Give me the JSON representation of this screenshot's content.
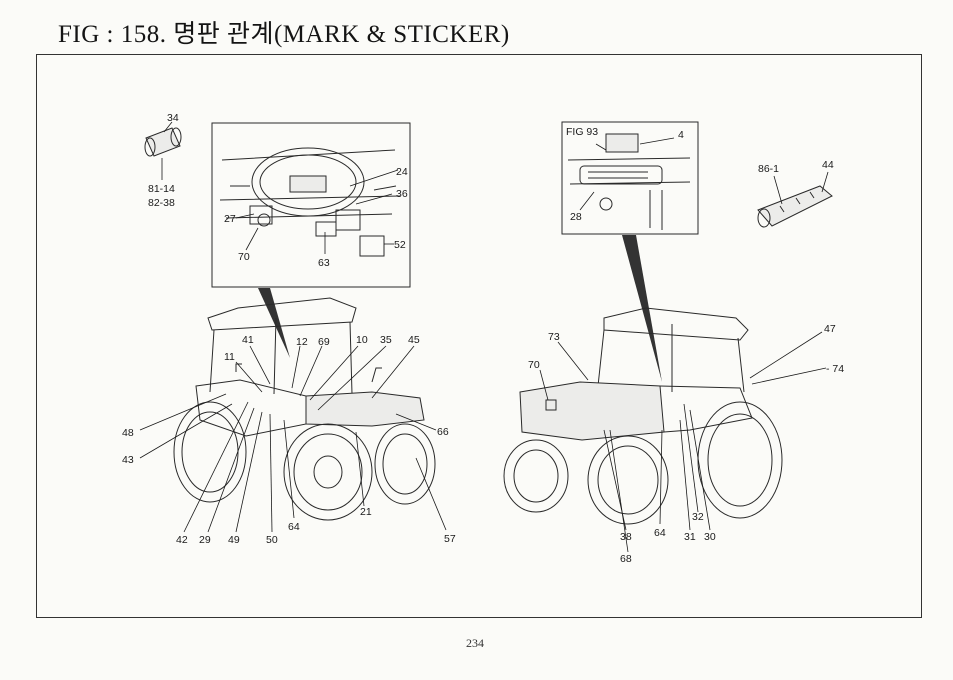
{
  "page": {
    "title": "FIG : 158. 명판 관계(MARK & STICKER)",
    "page_number": "234"
  },
  "callouts": {
    "c34": "34",
    "c81_14": "81-14",
    "c82_38": "82-38",
    "c24": "24",
    "c36": "36",
    "c27": "27",
    "c70a": "70",
    "c63": "63",
    "c52": "52",
    "c41": "41",
    "c12": "12",
    "c69": "69",
    "c10": "10",
    "c35": "35",
    "c45": "45",
    "c11": "11",
    "c48": "48",
    "c43": "43",
    "c66": "66",
    "c21": "21",
    "c57": "57",
    "c42": "42",
    "c29": "29",
    "c49": "49",
    "c50": "50",
    "c64a": "64",
    "fig93": "FIG 93",
    "c4": "4",
    "c28": "28",
    "c86_1": "86-1",
    "c44": "44",
    "c73": "73",
    "c70b": "70",
    "c47": "47",
    "c74": "- 74",
    "c38": "38",
    "c68": "68",
    "c64b": "64",
    "c31": "31",
    "c30": "30",
    "c32": "32"
  }
}
